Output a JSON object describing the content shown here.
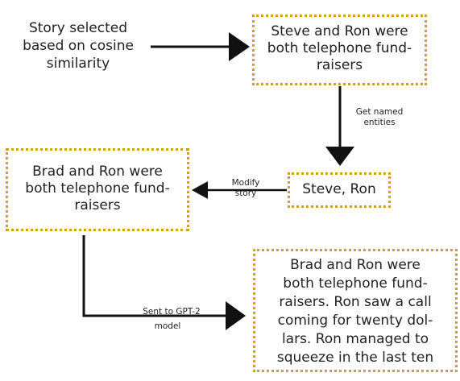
{
  "nodes": {
    "story_selected": "Story selected\nbased on cosine\nsimilarity",
    "original_story": "Steve and Ron were\nboth telephone fund-\nraisers",
    "named_entities": "Steve, Ron",
    "modified_story": "Brad and Ron were\nboth telephone fund-\nraisers",
    "generated_story": "Brad and Ron were\nboth telephone fund-\nraisers. Ron saw a call\ncoming for twenty dol-\nlars. Ron managed to\nsqueeze in the last ten"
  },
  "edges": {
    "get_named_entities": "Get named\nentities",
    "modify_story": "Modify\nstory",
    "sent_to_gpt2": "Sent to GPT-2",
    "sent_to_gpt2_model": "model"
  },
  "colors": {
    "box_border": "#d4a020",
    "arrow": "#111111"
  }
}
